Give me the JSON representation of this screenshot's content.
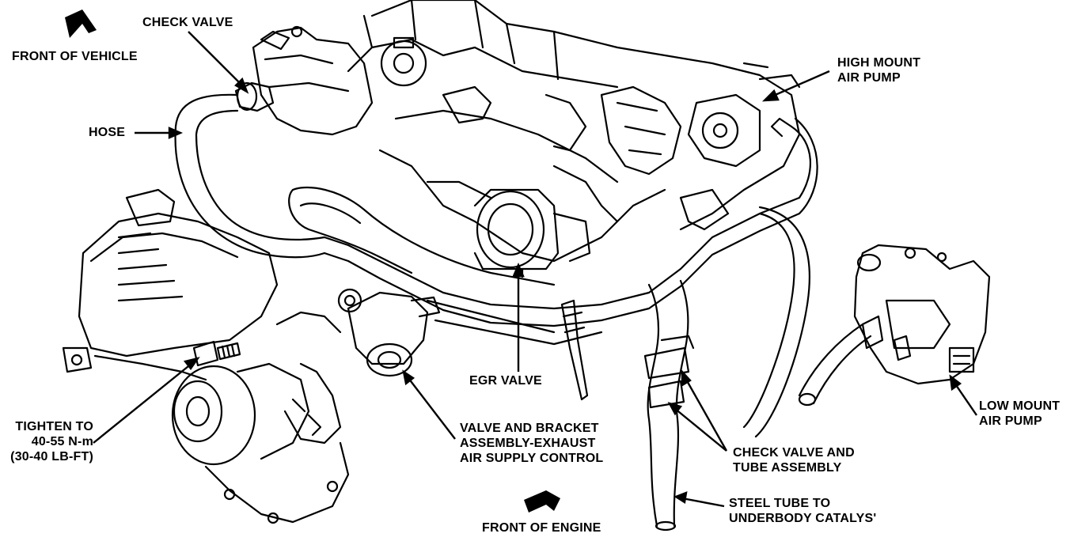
{
  "labels": {
    "check_valve_top": "CHECK VALVE",
    "front_of_vehicle": "FRONT OF VEHICLE",
    "hose": "HOSE",
    "high_mount_air_pump": [
      "HIGH MOUNT",
      "AIR PUMP"
    ],
    "egr_valve": "EGR VALVE",
    "low_mount_air_pump": [
      "LOW MOUNT",
      "AIR PUMP"
    ],
    "tighten_to": [
      "TIGHTEN TO",
      "40-55 N-m",
      "(30-40 LB-FT)"
    ],
    "valve_and_bracket": [
      "VALVE AND BRACKET",
      "ASSEMBLY-EXHAUST",
      "AIR SUPPLY CONTROL"
    ],
    "check_valve_and_tube": [
      "CHECK VALVE AND",
      "TUBE ASSEMBLY"
    ],
    "steel_tube": [
      "STEEL TUBE TO",
      "UNDERBODY CATALYS'"
    ],
    "front_of_engine": "FRONT OF ENGINE"
  },
  "colors": {
    "ink": "#000000",
    "paper": "#ffffff"
  },
  "icons": [
    "direction-arrow-icon",
    "direction-arrow-icon"
  ]
}
